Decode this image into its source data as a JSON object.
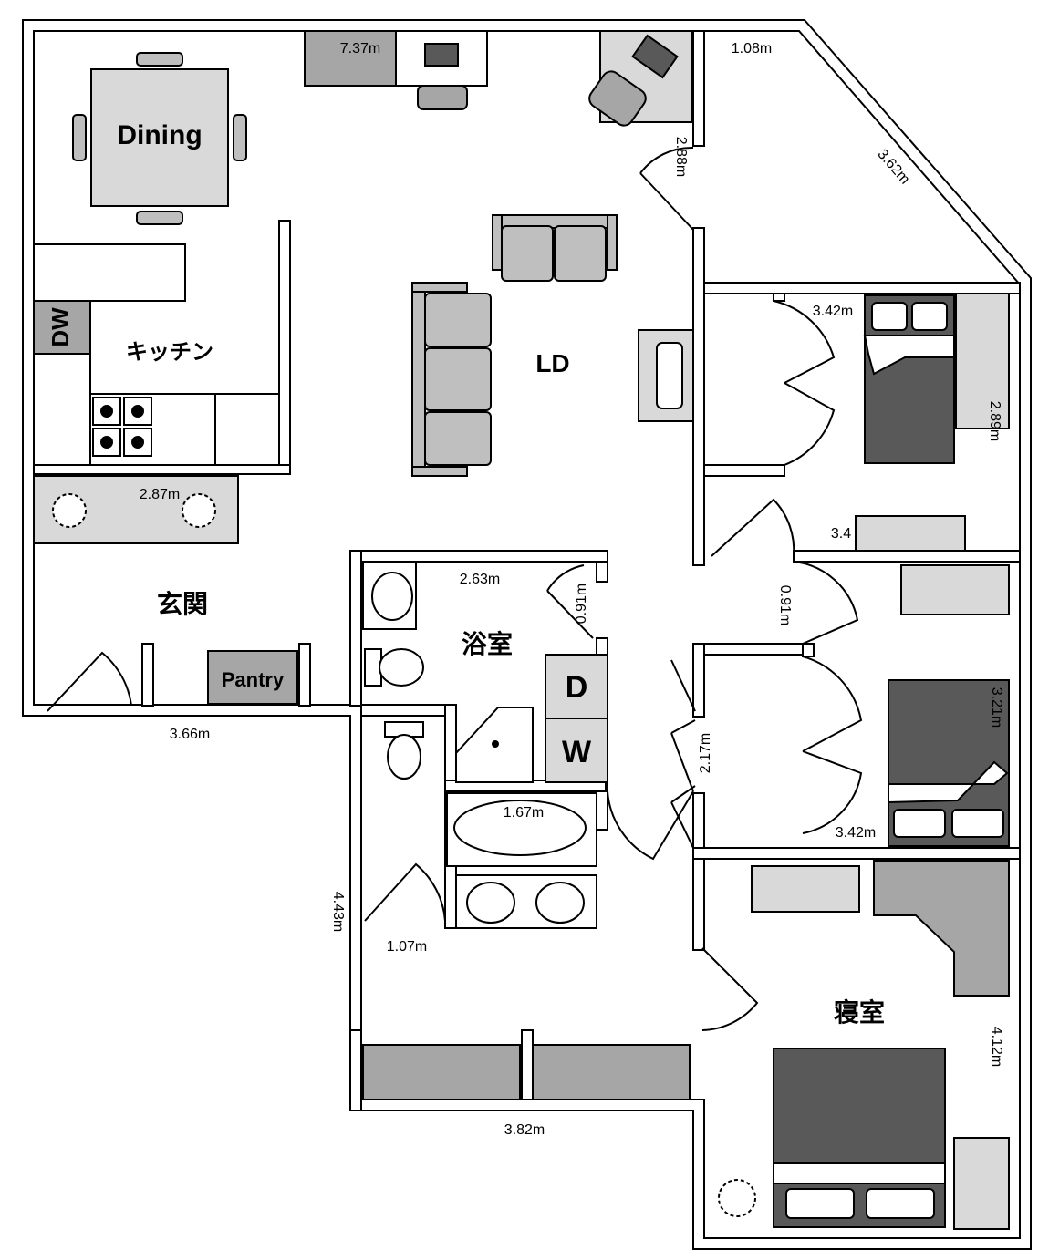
{
  "rooms": {
    "dining": "Dining",
    "kitchen": "キッチン",
    "ld": "LD",
    "entrance": "玄関",
    "bath": "浴室",
    "bedroom": "寝室"
  },
  "appliances": {
    "dishwasher": "DW",
    "pantry": "Pantry",
    "dryer": "D",
    "washer": "W"
  },
  "dimensions": {
    "desk_top": "7.37m",
    "north_room_top": "1.08m",
    "north_room_left": "2.88m",
    "north_room_diag": "3.62m",
    "bedroom1_top": "3.42m",
    "bedroom1_right": "2.89m",
    "bedroom1_bottom": "3.4",
    "kitchen_counter": "2.87m",
    "bath_top": "2.63m",
    "bath_door": "0.91m",
    "hall_door": "0.91m",
    "closet": "2.17m",
    "bedroom2_right": "3.21m",
    "bedroom2_bottom": "3.42m",
    "entrance_bottom": "3.66m",
    "tub": "1.67m",
    "hall_left": "4.43m",
    "hall_width": "1.07m",
    "master_right": "4.12m",
    "master_bottom": "3.82m"
  },
  "colors": {
    "wall": "#000000",
    "floor": "#ffffff",
    "furniture_light": "#d9d9d9",
    "furniture_mid": "#a6a6a6",
    "furniture_dark": "#595959",
    "furniture_sofa": "#bfbfbf"
  }
}
